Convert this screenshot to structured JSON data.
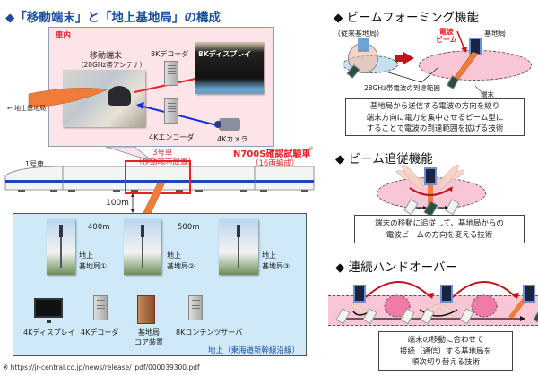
{
  "left": {
    "title": "◆「移動端末」と「地上基地局」の構成",
    "car_interior": {
      "label": "車内",
      "mobile_terminal": "移動端末",
      "antenna": "（28GHz帯アンテナ）",
      "ground_station_arrow": "← 地上基地局",
      "decoder_8k": "8Kデコーダ",
      "display_8k": "8Kディスプレイ",
      "encoder_4k": "4Kエンコーダ",
      "camera_4k": "4Kカメラ"
    },
    "train": {
      "car1": "1号車",
      "car3_line1": "3号車",
      "car3_line2": "（移動端末設置）",
      "test_train": "N700S確認試験車",
      "test_train_mark": "※",
      "formation": "（16両編成）",
      "height": "100m"
    },
    "ground": {
      "distance_1_2": "400m",
      "distance_2_3": "500m",
      "station1": [
        "地上",
        "基地局①"
      ],
      "station2": [
        "地上",
        "基地局②"
      ],
      "station3": [
        "地上",
        "基地局③"
      ],
      "display_4k": "4Kディスプレイ",
      "decoder_4k": "4Kデコーダ",
      "core": [
        "基地局",
        "コア装置"
      ],
      "content_server": "8Kコンテンツサーバ",
      "area_label": "地上（東海道新幹線沿線）"
    },
    "footnote": "※ https://jr-central.co.jp/news/release/_pdf/000039300.pdf"
  },
  "right": {
    "beamforming": {
      "title": "◆ ビームフォーミング機能",
      "conventional": "（従来基地局）",
      "beam": [
        "電波",
        "ビーム"
      ],
      "base_station": "基地局",
      "coverage": "28GHz帯電波の到達範囲",
      "terminal": "端末",
      "desc": [
        "基地局から送信する電波の方向を絞り",
        "端末方向に電力を集中させるビーム型に",
        "することで電波の到達範囲を拡げる技術"
      ]
    },
    "tracking": {
      "title": "◆ ビーム追従機能",
      "desc": [
        "端末の移動に追従して、基地局からの",
        "電波ビームの方向を変える技術"
      ]
    },
    "handover": {
      "title": "◆ 連続ハンドオーバー",
      "desc": [
        "端末の移動に合わせて",
        "接続（通信）する基地局を",
        "順次切り替える技術"
      ]
    }
  },
  "colors": {
    "title_blue": "#1a4fa0",
    "accent_red": "#e8222a",
    "arrow_blue": "#1030e0",
    "beam_orange": "#f07c3a",
    "car_bg": "#fde4e8",
    "ground_bg": "#cfe9f8",
    "coverage_pink": "#f8c6d4"
  }
}
